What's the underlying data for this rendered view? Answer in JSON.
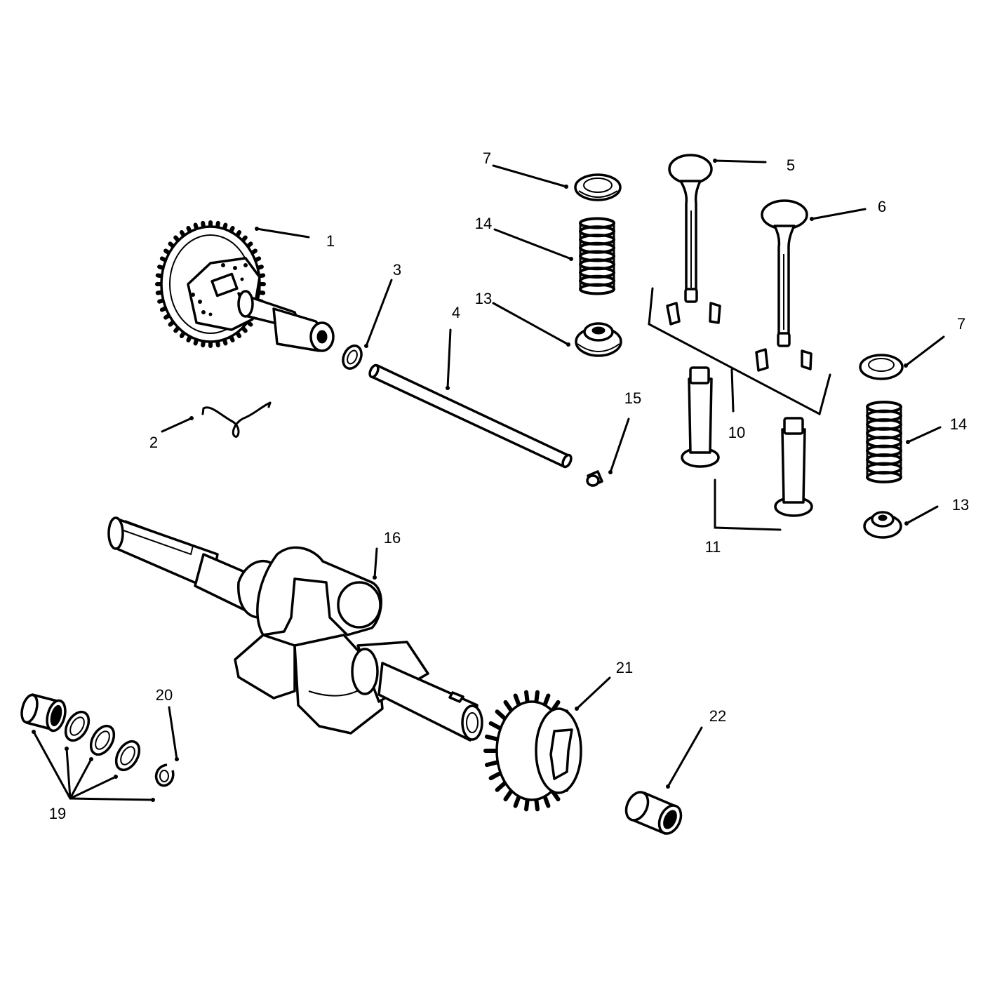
{
  "callouts": [
    {
      "id": "c1",
      "text": "1"
    },
    {
      "id": "c2",
      "text": "2"
    },
    {
      "id": "c3",
      "text": "3"
    },
    {
      "id": "c4",
      "text": "4"
    },
    {
      "id": "c5",
      "text": "5"
    },
    {
      "id": "c6",
      "text": "6"
    },
    {
      "id": "c7a",
      "text": "7"
    },
    {
      "id": "c7b",
      "text": "7"
    },
    {
      "id": "c10",
      "text": "10"
    },
    {
      "id": "c11",
      "text": "11"
    },
    {
      "id": "c13a",
      "text": "13"
    },
    {
      "id": "c13b",
      "text": "13"
    },
    {
      "id": "c14a",
      "text": "14"
    },
    {
      "id": "c14b",
      "text": "14"
    },
    {
      "id": "c15",
      "text": "15"
    },
    {
      "id": "c16",
      "text": "16"
    },
    {
      "id": "c19",
      "text": "19"
    },
    {
      "id": "c20",
      "text": "20"
    },
    {
      "id": "c21",
      "text": "21"
    },
    {
      "id": "c22",
      "text": "22"
    }
  ],
  "parts": [
    {
      "name": "camshaft-gear",
      "ref": "1"
    },
    {
      "name": "spring-clip",
      "ref": "2"
    },
    {
      "name": "camshaft-washer",
      "ref": "3"
    },
    {
      "name": "camshaft-pin",
      "ref": "4"
    },
    {
      "name": "valve-5",
      "ref": "5"
    },
    {
      "name": "valve-6",
      "ref": "6"
    },
    {
      "name": "valve-retainer",
      "ref": "7"
    },
    {
      "name": "valve-keepers",
      "ref": "10"
    },
    {
      "name": "tappets",
      "ref": "11"
    },
    {
      "name": "spring-cap",
      "ref": "13"
    },
    {
      "name": "valve-spring",
      "ref": "14"
    },
    {
      "name": "plug",
      "ref": "15"
    },
    {
      "name": "crankshaft",
      "ref": "16"
    },
    {
      "name": "bearing-shims",
      "ref": "19"
    },
    {
      "name": "retaining-ring",
      "ref": "20"
    },
    {
      "name": "crankshaft-gear",
      "ref": "21"
    },
    {
      "name": "needle-bearing",
      "ref": "22"
    }
  ],
  "colors": {
    "ink": "#000000",
    "paper": "#ffffff"
  }
}
